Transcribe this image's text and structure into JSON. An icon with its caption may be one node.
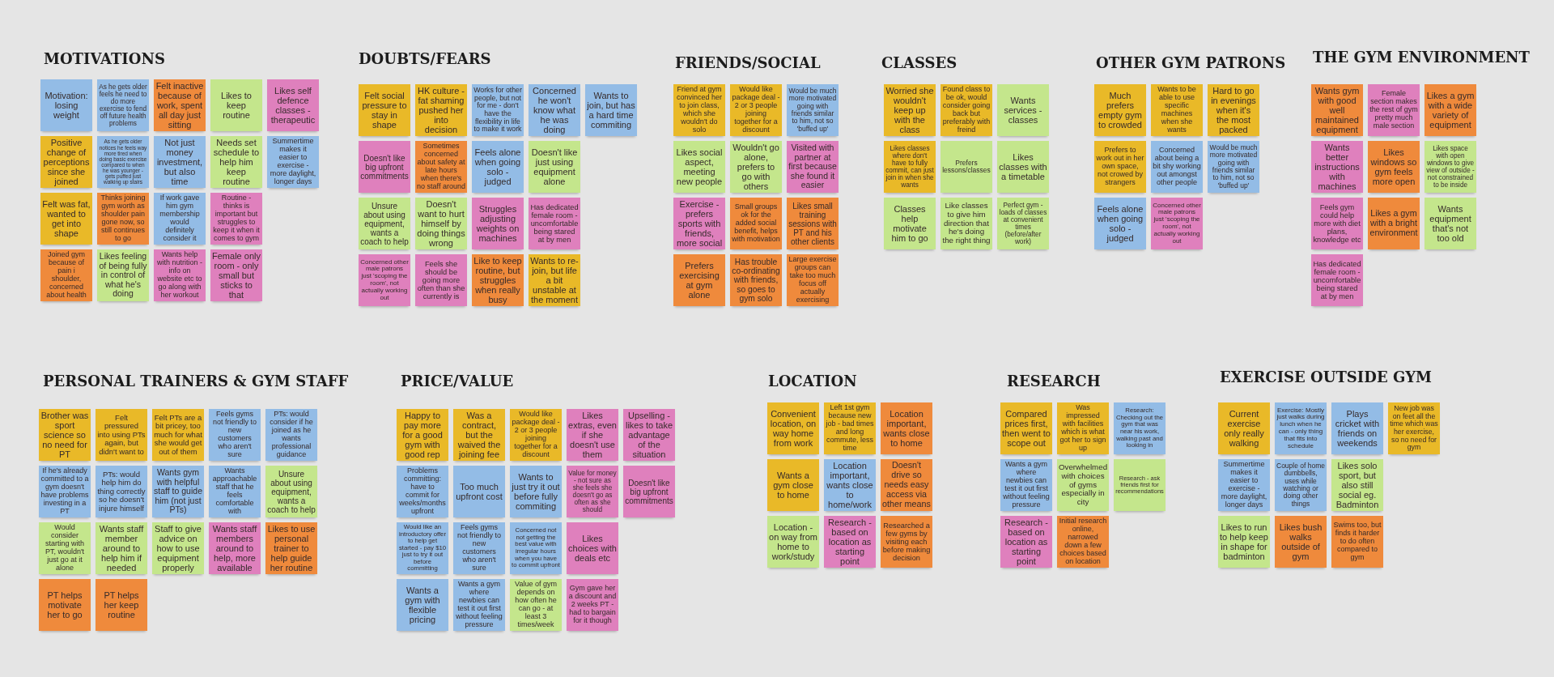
{
  "diagram": {
    "nodes": [
      {
        "text": [
          "MOTIVATIONS"
        ]
      },
      {
        "text": [
          "Motivation: losing weight"
        ],
        "in": 0
      },
      {
        "text": [
          "As he gets older feels he need to do more exercise to fend off future health problems"
        ],
        "in": 0
      },
      {
        "text": [
          "Felt inactive because of work, spent all day just sitting"
        ],
        "in": 0
      },
      {
        "text": [
          "Likes to keep routine"
        ],
        "in": 0
      },
      {
        "text": [
          "Likes self defence classes - therapeutic"
        ],
        "in": 0
      },
      {
        "text": [
          "Positive change of perceptions since she joined"
        ],
        "in": 0
      },
      {
        "text": [
          "As he gets older notices he feels way more tired when doing basic exercise compared to when he was younger - gets puffed just walking up stairs"
        ],
        "in": 0
      },
      {
        "text": [
          "Not just money investment, but also time"
        ],
        "in": 0
      },
      {
        "text": [
          "Needs set schedule to help him keep routine"
        ],
        "in": 0
      },
      {
        "text": [
          "Summertime makes it easier to exercise - more daylight, longer days"
        ],
        "in": 0
      },
      {
        "text": [
          "Felt was fat, wanted to get into shape"
        ],
        "in": 0
      },
      {
        "text": [
          "Thinks joining gym worth as shoulder pain gone now, so still continues to go"
        ],
        "in": 0
      },
      {
        "text": [
          "If work gave him gym membership would definitely consider it"
        ],
        "in": 0
      },
      {
        "text": [
          "Routine - thinks is important but struggles to keep it when it comes to gym"
        ],
        "in": 0
      },
      {
        "text": [
          "Joined gym because of pain i shoulder, concerned about health"
        ],
        "in": 0
      },
      {
        "text": [
          "Likes feeling of being fully in control of what he's doing"
        ],
        "in": 0
      },
      {
        "text": [
          "Wants help with nutrition - info on website etc to go along with her workout"
        ],
        "in": 0
      },
      {
        "text": [
          "Female only room - only small but sticks to that"
        ],
        "in": 0
      },
      {
        "text": [
          "DOUBTS/FEARS"
        ]
      },
      {
        "text": [
          "Felt social pressure to stay in shape"
        ],
        "in": 19
      },
      {
        "text": [
          "HK culture - fat shaming pushed her into decision"
        ],
        "in": 19
      },
      {
        "text": [
          "Works for other people, but not for me - don't have the flexibility in life to make it work"
        ],
        "in": 19
      },
      {
        "text": [
          "Concerned he won't know what he was doing"
        ],
        "in": 19
      },
      {
        "text": [
          "Wants to join, but has a hard time commiting"
        ],
        "in": 19
      },
      {
        "text": [
          "Doesn't like big upfront commitments"
        ],
        "in": 19
      },
      {
        "text": [
          "Sometimes concerned about safety at late hours when there's no staff around"
        ],
        "in": 19
      },
      {
        "text": [
          "Feels alone when going solo - judged"
        ],
        "in": 19
      },
      {
        "text": [
          "Doesn't like just using equipment alone"
        ],
        "in": 19
      },
      {
        "text": [
          "Unsure about using equipment, wants a coach to help"
        ],
        "in": 19
      },
      {
        "text": [
          "Doesn't want to hurt himself by doing things wrong"
        ],
        "in": 19
      },
      {
        "text": [
          "Struggles adjusting weights on machines"
        ],
        "in": 19
      },
      {
        "text": [
          "Has dedicated female room - uncomfortable being stared at by men"
        ],
        "in": 19
      },
      {
        "text": [
          "Concerned other male patrons just 'scoping the room', not actually working out"
        ],
        "in": 19
      },
      {
        "text": [
          "Feels she should be going more often than she currently is"
        ],
        "in": 19
      },
      {
        "text": [
          "Like to keep routine, but struggles when really busy"
        ],
        "in": 19
      },
      {
        "text": [
          "Wants to re-join, but life a bit unstable at the moment"
        ],
        "in": 19
      },
      {
        "text": [
          "FRIENDS/SOCIAL"
        ]
      },
      {
        "text": [
          "Friend at gym convinced her to join class, which she wouldn't do solo"
        ],
        "in": 37
      },
      {
        "text": [
          "Would like package deal - 2 or 3 people joining together for a discount"
        ],
        "in": 37
      },
      {
        "text": [
          "Would be much more motivated going with friends similar to him, not so 'buffed up'"
        ],
        "in": 37
      },
      {
        "text": [
          "Likes social aspect, meeting new people"
        ],
        "in": 37
      },
      {
        "text": [
          "Wouldn't go alone, prefers to go with others"
        ],
        "in": 37
      },
      {
        "text": [
          "Visited with partner at first because she found it easier"
        ],
        "in": 37
      },
      {
        "text": [
          "Exercise - prefers sports with friends, more social"
        ],
        "in": 37
      },
      {
        "text": [
          "Small groups ok for the added social benefit, helps with motivation"
        ],
        "in": 37
      },
      {
        "text": [
          "Likes small training sessions with PT and his other clients"
        ],
        "in": 37
      },
      {
        "text": [
          "Prefers exercising at gym alone"
        ],
        "in": 37
      },
      {
        "text": [
          "Has trouble co-ordinating with friends, so goes to gym solo"
        ],
        "in": 37
      },
      {
        "text": [
          "Large exercise groups can take too much focus off actually exercising"
        ],
        "in": 37
      },
      {
        "text": [
          "CLASSES"
        ]
      },
      {
        "text": [
          "Worried she wouldn't keep up with the class"
        ],
        "in": 50
      },
      {
        "text": [
          "Found class to be ok, would consider going back but preferably with freind"
        ],
        "in": 50
      },
      {
        "text": [
          "Wants services - classes"
        ],
        "in": 50
      },
      {
        "text": [
          "Likes classes where don't have to fully commit, can just join in when she wants"
        ],
        "in": 50
      },
      {
        "text": [
          "Prefers lessons/classes"
        ],
        "in": 50
      },
      {
        "text": [
          "Likes classes with a timetable"
        ],
        "in": 50
      },
      {
        "text": [
          "Classes help motivate him to go"
        ],
        "in": 50
      },
      {
        "text": [
          "Like classes to give him direction that he's doing the right thing"
        ],
        "in": 50
      },
      {
        "text": [
          "Perfect gym - loads of classes at convenient times (before/after work)"
        ],
        "in": 50
      },
      {
        "text": [
          "OTHER GYM PATRONS"
        ]
      },
      {
        "text": [
          "Much prefers empty gym to crowded"
        ],
        "in": 60
      },
      {
        "text": [
          "Wants to be able to use specific machines when she wants"
        ],
        "in": 60
      },
      {
        "text": [
          "Hard to go in evenings when it's the most packed"
        ],
        "in": 60
      },
      {
        "text": [
          "Prefers to work out in her own space, not crowed by strangers"
        ],
        "in": 60
      },
      {
        "text": [
          "Concerned about being a bit shy working out amongst other people"
        ],
        "in": 60
      },
      {
        "text": [
          "Would be much more motivated going with friends similar to him, not so 'buffed up'"
        ],
        "in": 60
      },
      {
        "text": [
          "Feels alone when going solo - judged"
        ],
        "in": 60
      },
      {
        "text": [
          "Concerned other male patrons just 'scoping the room', not actually working out"
        ],
        "in": 60
      },
      {
        "text": [
          "THE GYM ENVIRONMENT"
        ]
      },
      {
        "text": [
          "Wants gym with good well maintained equipment"
        ],
        "in": 69
      },
      {
        "text": [
          "Female section makes the rest of gym pretty much male section"
        ],
        "in": 69
      },
      {
        "text": [
          "Likes a gym with a wide variety of equipment"
        ],
        "in": 69
      },
      {
        "text": [
          "Wants better instructions with machines"
        ],
        "in": 69
      },
      {
        "text": [
          "Likes windows so gym feels more open"
        ],
        "in": 69
      },
      {
        "text": [
          "Likes space with open windows to give view of outside - not constrained to be inside"
        ],
        "in": 69
      },
      {
        "text": [
          "Feels gym could help more with diet plans, knowledge etc"
        ],
        "in": 69
      },
      {
        "text": [
          "Likes a gym with a bright environment"
        ],
        "in": 69
      },
      {
        "text": [
          "Wants equipment that's not too old"
        ],
        "in": 69
      },
      {
        "text": [
          "Has dedicated female room - uncomfortable being stared at by men"
        ],
        "in": 69
      },
      {
        "text": [
          "PERSONAL TRAINERS & GYM STAFF"
        ]
      },
      {
        "text": [
          "Brother was sport science so no need for PT"
        ],
        "in": 80
      },
      {
        "text": [
          "Felt pressured into using PTs again, but didn't want to"
        ],
        "in": 80
      },
      {
        "text": [
          "Felt PTs are a bit pricey, too much for what she would get out of them"
        ],
        "in": 80
      },
      {
        "text": [
          "Feels gyms not friendly to new customers who aren't sure"
        ],
        "in": 80
      },
      {
        "text": [
          "PTs: would consider if he joined as he wants professional guidance"
        ],
        "in": 80
      },
      {
        "text": [
          "If he's already committed to a gym doesn't have problems investing in a PT"
        ],
        "in": 80
      },
      {
        "text": [
          "PTs: would help him do thing correctly so he doesn't injure himself"
        ],
        "in": 80
      },
      {
        "text": [
          "Wants gym with helpful staff to guide him (not just PTs)"
        ],
        "in": 80
      },
      {
        "text": [
          "Wants approachable staff that he feels comfortable with"
        ],
        "in": 80
      },
      {
        "text": [
          "Unsure about using equipment, wants a coach to help"
        ],
        "in": 80
      },
      {
        "text": [
          "Would consider starting with PT, wouldn't just go at it alone"
        ],
        "in": 80
      },
      {
        "text": [
          "Wants staff member around to help him if needed"
        ],
        "in": 80
      },
      {
        "text": [
          "Staff to give advice on how to use equipment properly"
        ],
        "in": 80
      },
      {
        "text": [
          "Wants staff members around to help, more available"
        ],
        "in": 80
      },
      {
        "text": [
          "Likes to use personal trainer to help guide her routine"
        ],
        "in": 80
      },
      {
        "text": [
          "PT helps motivate her to go"
        ],
        "in": 80
      },
      {
        "text": [
          "PT helps her keep routine"
        ],
        "in": 80
      },
      {
        "text": [
          "PRICE/VALUE"
        ]
      },
      {
        "text": [
          "Happy to pay more for a good gym with good rep"
        ],
        "in": 98
      },
      {
        "text": [
          "Was a contract, but the waived the joining fee"
        ],
        "in": 98
      },
      {
        "text": [
          "Would like package deal - 2 or 3 people joining together for a discount"
        ],
        "in": 98
      },
      {
        "text": [
          "Likes extras, even if she doesn't use them"
        ],
        "in": 98
      },
      {
        "text": [
          "Upselling - likes to take advantage of the situation"
        ],
        "in": 98
      },
      {
        "text": [
          "Problems committing: have to commit for weeks/months upfront"
        ],
        "in": 98
      },
      {
        "text": [
          "Too much upfront cost"
        ],
        "in": 98
      },
      {
        "text": [
          "Wants to just try it out before fully commiting"
        ],
        "in": 98
      },
      {
        "text": [
          "Value for money - not sure as she feels she doesn't go as often as she should"
        ],
        "in": 98
      },
      {
        "text": [
          "Doesn't like big upfront commitments"
        ],
        "in": 98
      },
      {
        "text": [
          "Would like an introductory offer to help get started - pay $10 just to try it out before committing"
        ],
        "in": 98
      },
      {
        "text": [
          "Feels gyms not friendly to new customers who aren't sure"
        ],
        "in": 98
      },
      {
        "text": [
          "Concerned not not getting the best value with irregular hours when you have to commit upfront"
        ],
        "in": 98
      },
      {
        "text": [
          "Likes choices with deals etc"
        ],
        "in": 98
      },
      {
        "text": [
          "Wants a gym with flexible pricing"
        ],
        "in": 98
      },
      {
        "text": [
          "Wants a gym where newbies can test it out first without feeling pressure"
        ],
        "in": 98
      },
      {
        "text": [
          "Value of gym depends on how often he can go - at least 3 times/week"
        ],
        "in": 98
      },
      {
        "text": [
          "Gym gave her a discount and 2 weeks PT - had to bargain for it though"
        ],
        "in": 98
      },
      {
        "text": [
          "LOCATION"
        ]
      },
      {
        "text": [
          "Convenient location, on way home from work"
        ],
        "in": 117
      },
      {
        "text": [
          "Left 1st gym because new job - bad times and long commute, less time"
        ],
        "in": 117
      },
      {
        "text": [
          "Location important, wants close to home"
        ],
        "in": 117
      },
      {
        "text": [
          "Wants a gym close to home"
        ],
        "in": 117
      },
      {
        "text": [
          "Location important, wants close to home/work"
        ],
        "in": 117
      },
      {
        "text": [
          "Doesn't drive so needs easy access via other means"
        ],
        "in": 117
      },
      {
        "text": [
          "Location - on way from home to work/study"
        ],
        "in": 117
      },
      {
        "text": [
          "Research - based on location as starting point"
        ],
        "in": 117
      },
      {
        "text": [
          "Researched a few gyms by visiting each before making decision"
        ],
        "in": 117
      },
      {
        "text": [
          "RESEARCH"
        ]
      },
      {
        "text": [
          "Compared prices first, then went to scope out"
        ],
        "in": 127
      },
      {
        "text": [
          "Was impressed with facilities which is what got her to sign up"
        ],
        "in": 127
      },
      {
        "text": [
          "Research: Checking out the gym that was near his work, walking past and looking in"
        ],
        "in": 127
      },
      {
        "text": [
          "Wants a gym where newbies can test it out first without feeling pressure"
        ],
        "in": 127
      },
      {
        "text": [
          "Overwhelmed with choices of gyms especially in city"
        ],
        "in": 127
      },
      {
        "text": [
          "Research - ask friends first for recommendations"
        ],
        "in": 127
      },
      {
        "text": [
          "Research - based on location as starting point"
        ],
        "in": 127
      },
      {
        "text": [
          "Initial research online, narrowed down a few choices based on location"
        ],
        "in": 127
      },
      {
        "text": [
          "EXERCISE OUTSIDE GYM"
        ]
      },
      {
        "text": [
          "Current exercise only really walking"
        ],
        "in": 136
      },
      {
        "text": [
          "Exercise: Mostly just walks during lunch when he can - only thing that fits into schedule"
        ],
        "in": 136
      },
      {
        "text": [
          "Plays cricket with friends on weekends"
        ],
        "in": 136
      },
      {
        "text": [
          "New job was on feet all the time which was her exercise, so no need for gym"
        ],
        "in": 136
      },
      {
        "text": [
          "Summertime makes it easier to exercise - more daylight, longer days"
        ],
        "in": 136
      },
      {
        "text": [
          "Couple of home dumbbells, uses while watching or doing other things"
        ],
        "in": 136
      },
      {
        "text": [
          "Likes solo sport, but also still social eg. Badminton"
        ],
        "in": 136
      },
      {
        "text": [
          "Likes to run to help keep in shape for badminton"
        ],
        "in": 136
      },
      {
        "text": [
          "Likes bush walks outside of gym"
        ],
        "in": 136
      },
      {
        "text": [
          "Swims too, but finds it harder to do often compared to gym"
        ],
        "in": 136
      }
    ]
  }
}
